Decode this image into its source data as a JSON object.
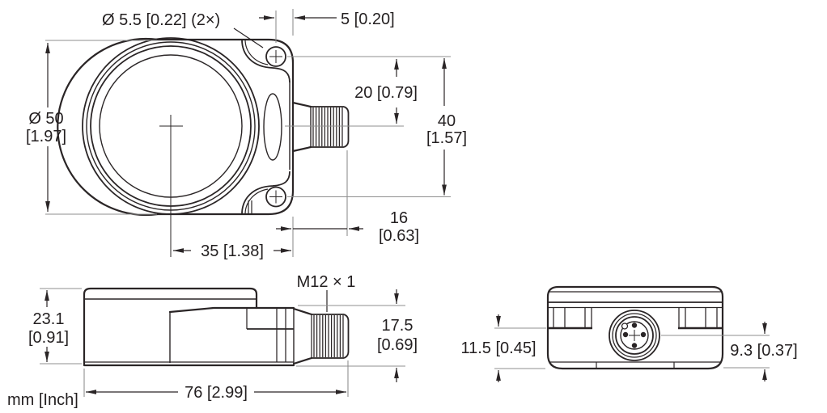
{
  "drawing": {
    "units_note": "mm [Inch]",
    "colors": {
      "line": "#2a2526",
      "extension": "#8f8f8f",
      "text": "#231f20",
      "background": "#ffffff"
    },
    "front_view": {
      "mounting_holes": "Ø 5.5 [0.22] (2×)",
      "hole_to_edge": "5 [0.20]",
      "center_to_hole": "20 [0.79]",
      "hole_spacing": [
        "40",
        "[1.57]"
      ],
      "face_diameter": [
        "Ø 50",
        "[1.97]"
      ],
      "connector_length": [
        "16",
        "[0.63]"
      ],
      "center_to_edge": "35 [1.38]"
    },
    "side_view": {
      "thread": "M12 × 1",
      "height": [
        "23.1",
        "[0.91]"
      ],
      "length": "76 [2.99]",
      "connector_height": [
        "17.5",
        "[0.69]"
      ]
    },
    "rear_view": {
      "flange_height": "11.5 [0.45]",
      "connector_center_offset": "9.3 [0.37]"
    }
  }
}
